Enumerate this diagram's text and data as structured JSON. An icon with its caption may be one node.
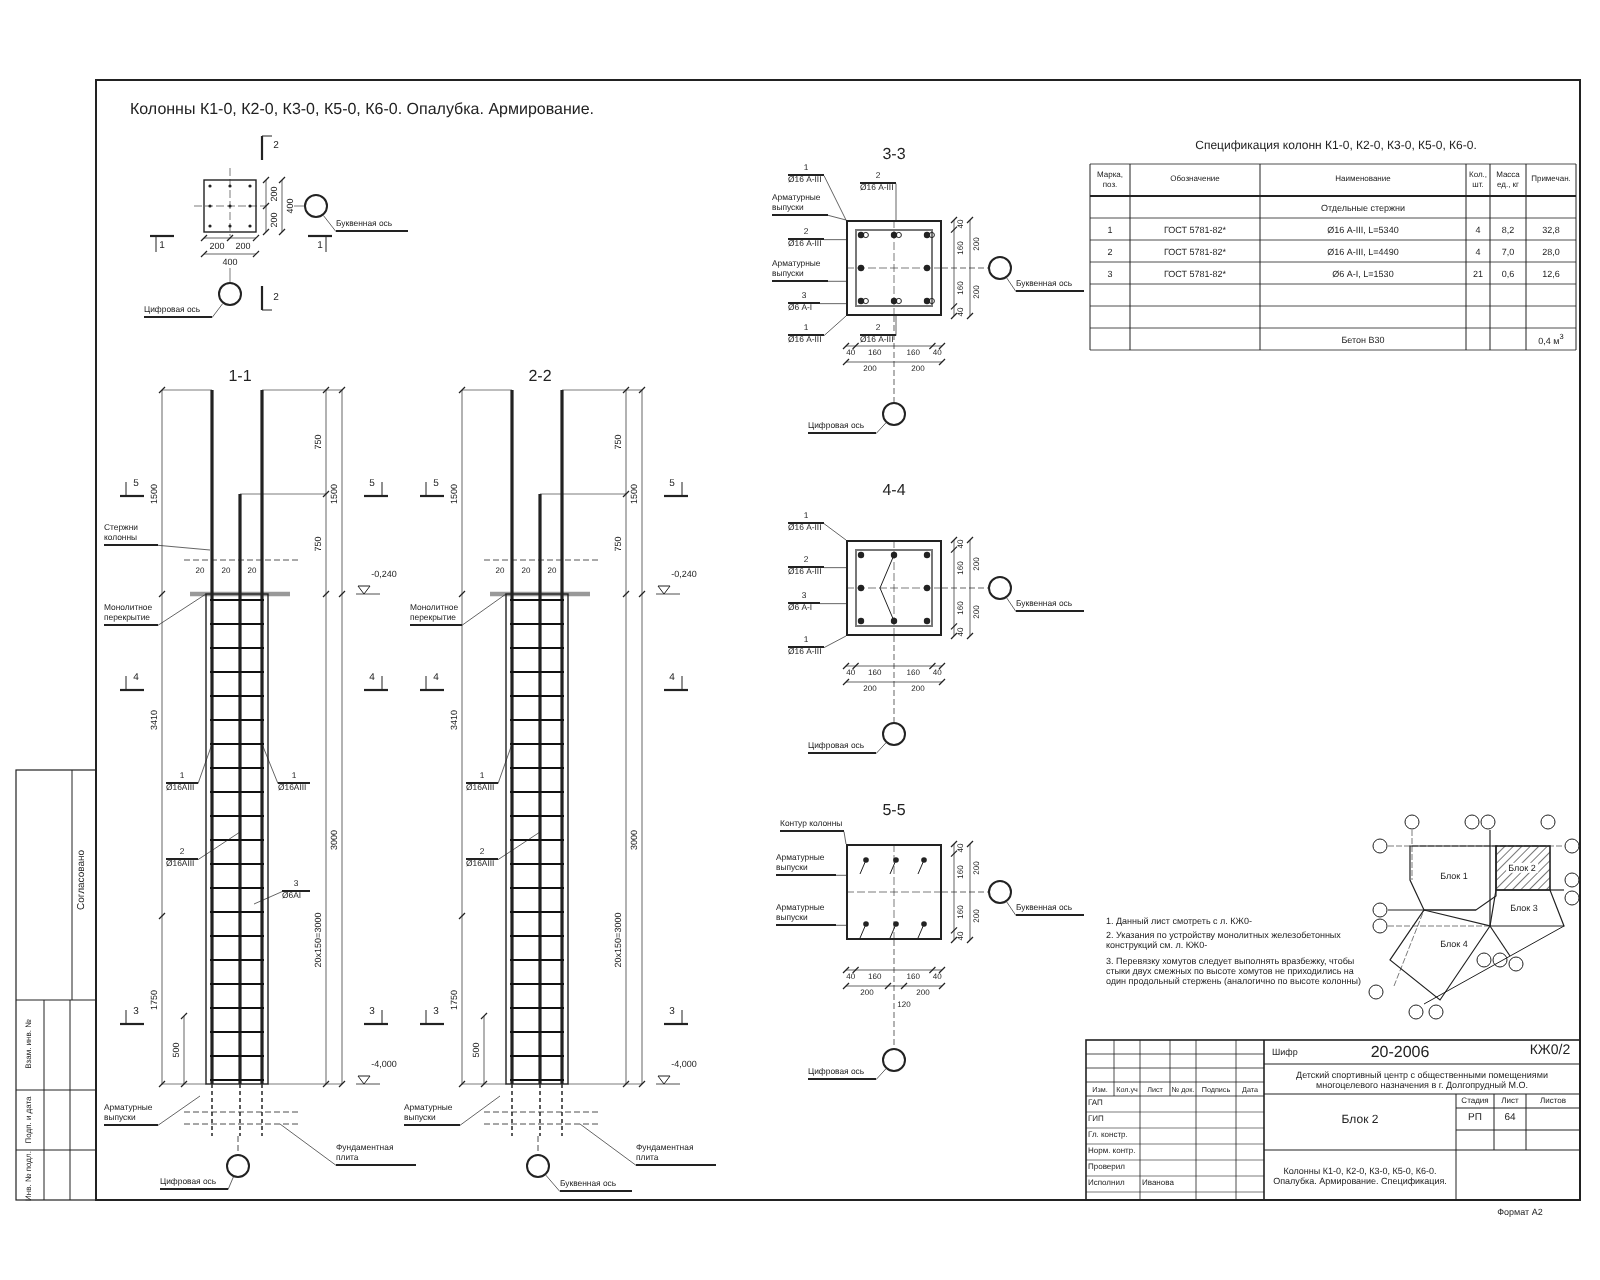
{
  "diagram": {
    "title": "Колонны К1-0, К2-0, К3-0, К5-0, К6-0. Опалубка. Армирование.",
    "nodes": [
      {
        "text": [],
        "shape": "circle"
      },
      {
        "text": [
          "Буквенная ось"
        ]
      },
      {
        "text": [],
        "shape": "circle"
      },
      {
        "text": [
          "Цифровая ось"
        ]
      },
      {
        "text": [
          "Стержни колонны"
        ]
      },
      {
        "text": [
          "Монолитное перекрытие"
        ]
      },
      {
        "text": [
          "1",
          "Ø16АIII"
        ]
      },
      {
        "text": [
          "1",
          "Ø16АIII"
        ]
      },
      {
        "text": [
          "2",
          "Ø16АIII"
        ]
      },
      {
        "text": [
          "3",
          "Ø6АI"
        ]
      },
      {
        "text": [
          "Арматурные выпуски"
        ]
      },
      {
        "text": [
          "Фундаментная плита"
        ]
      },
      {
        "text": [],
        "shape": "circle"
      },
      {
        "text": [
          "Цифровая ось"
        ]
      },
      {
        "text": [
          "Монолитное перекрытие"
        ]
      },
      {
        "text": [
          "1",
          "Ø16АIII"
        ]
      },
      {
        "text": [
          "2",
          "Ø16АIII"
        ]
      },
      {
        "text": [
          "Арматурные выпуски"
        ]
      },
      {
        "text": [
          "Фундаментная плита"
        ]
      },
      {
        "text": [],
        "shape": "circle"
      },
      {
        "text": [
          "Буквенная ось"
        ]
      },
      {
        "text": [
          "1",
          "Ø16 А-III"
        ]
      },
      {
        "text": [
          "2",
          "Ø16 А-III"
        ]
      },
      {
        "text": [
          "Арматурные выпуски"
        ]
      },
      {
        "text": [
          "2",
          "Ø16 А-III"
        ]
      },
      {
        "text": [
          "Арматурные выпуски"
        ]
      },
      {
        "text": [
          "3",
          "Ø6 А-I"
        ]
      },
      {
        "text": [
          "2",
          "Ø16 А-III"
        ]
      },
      {
        "text": [
          "1",
          "Ø16 А-III"
        ]
      },
      {
        "text": [],
        "shape": "circle"
      },
      {
        "text": [
          "Буквенная ось"
        ]
      },
      {
        "text": [],
        "shape": "circle"
      },
      {
        "text": [
          "Цифровая ось"
        ]
      },
      {
        "text": [
          "1",
          "Ø16 А-III"
        ]
      },
      {
        "text": [
          "2",
          "Ø16 А-III"
        ]
      },
      {
        "text": [
          "3",
          "Ø6 А-I"
        ]
      },
      {
        "text": [
          "1",
          "Ø16 А-III"
        ]
      },
      {
        "text": [],
        "shape": "circle"
      },
      {
        "text": [
          "Буквенная ось"
        ]
      },
      {
        "text": [],
        "shape": "circle"
      },
      {
        "text": [
          "Цифровая ось"
        ]
      },
      {
        "text": [
          "Контур колонны"
        ]
      },
      {
        "text": [
          "Арматурные выпуски"
        ]
      },
      {
        "text": [
          "Арматурные выпуски"
        ]
      },
      {
        "text": [],
        "shape": "circle"
      },
      {
        "text": [
          "Буквенная ось"
        ]
      },
      {
        "text": [],
        "shape": "circle"
      },
      {
        "text": [
          "Цифровая ось"
        ]
      },
      {
        "text": [],
        "shape": "box"
      },
      {
        "text": [],
        "shape": "box"
      },
      {
        "text": [],
        "shape": "box"
      }
    ],
    "edges": [
      {
        "from": 1,
        "to": 0,
        "arrow": "none"
      },
      {
        "from": 3,
        "to": 2,
        "arrow": "none"
      },
      {
        "from": 4,
        "to": null,
        "arrow": "none"
      },
      {
        "from": 5,
        "to": null,
        "arrow": "none"
      },
      {
        "from": 6,
        "to": null,
        "arrow": "none"
      },
      {
        "from": 7,
        "to": null,
        "arrow": "none"
      },
      {
        "from": 8,
        "to": null,
        "arrow": "none"
      },
      {
        "from": 9,
        "to": null,
        "arrow": "none"
      },
      {
        "from": 10,
        "to": null,
        "arrow": "none"
      },
      {
        "from": 11,
        "to": null,
        "arrow": "none"
      },
      {
        "from": 13,
        "to": 12,
        "arrow": "none"
      },
      {
        "from": 14,
        "to": null,
        "arrow": "none"
      },
      {
        "from": 15,
        "to": null,
        "arrow": "none"
      },
      {
        "from": 16,
        "to": null,
        "arrow": "none"
      },
      {
        "from": 17,
        "to": null,
        "arrow": "none"
      },
      {
        "from": 18,
        "to": null,
        "arrow": "none"
      },
      {
        "from": 20,
        "to": 19,
        "arrow": "none"
      },
      {
        "from": 21,
        "to": 48,
        "arrow": "none"
      },
      {
        "from": 22,
        "to": 48,
        "arrow": "none"
      },
      {
        "from": 23,
        "to": 48,
        "arrow": "none"
      },
      {
        "from": 24,
        "to": 48,
        "arrow": "none"
      },
      {
        "from": 25,
        "to": 48,
        "arrow": "none"
      },
      {
        "from": 26,
        "to": 48,
        "arrow": "none"
      },
      {
        "from": 27,
        "to": 48,
        "arrow": "none"
      },
      {
        "from": 28,
        "to": 48,
        "arrow": "none"
      },
      {
        "from": 30,
        "to": 29,
        "arrow": "none"
      },
      {
        "from": 32,
        "to": 31,
        "arrow": "none"
      },
      {
        "from": 33,
        "to": 49,
        "arrow": "none"
      },
      {
        "from": 34,
        "to": 49,
        "arrow": "none"
      },
      {
        "from": 35,
        "to": 49,
        "arrow": "none"
      },
      {
        "from": 36,
        "to": 49,
        "arrow": "none"
      },
      {
        "from": 38,
        "to": 37,
        "arrow": "none"
      },
      {
        "from": 40,
        "to": 39,
        "arrow": "none"
      },
      {
        "from": 41,
        "to": 50,
        "arrow": "none"
      },
      {
        "from": 42,
        "to": 50,
        "arrow": "none"
      },
      {
        "from": 43,
        "to": 50,
        "arrow": "none"
      },
      {
        "from": 45,
        "to": 44,
        "arrow": "none"
      },
      {
        "from": 47,
        "to": 46,
        "arrow": "none"
      },
      {
        "from": 48,
        "to": 29,
        "arrow": "none",
        "style": "dashed"
      },
      {
        "from": 48,
        "to": 31,
        "arrow": "none",
        "style": "dashed"
      },
      {
        "from": 49,
        "to": 37,
        "arrow": "none",
        "style": "dashed"
      },
      {
        "from": 49,
        "to": 39,
        "arrow": "none",
        "style": "dashed"
      },
      {
        "from": 50,
        "to": 44,
        "arrow": "none",
        "style": "dashed"
      },
      {
        "from": 50,
        "to": 46,
        "arrow": "none",
        "style": "dashed"
      }
    ],
    "labels": [
      "2",
      "200",
      "200",
      "400",
      "1",
      "200",
      "200",
      "1",
      "400",
      "2",
      "1-1",
      "1500",
      "750",
      "750",
      "1500",
      "20",
      "20",
      "20",
      "-0,240",
      "5",
      "5",
      "4",
      "4",
      "3410",
      "20х150=3000",
      "3000",
      "1750",
      "3",
      "3",
      "500",
      "-4,000",
      "2-2",
      "1500",
      "750",
      "750",
      "1500",
      "20",
      "20",
      "20",
      "-0,240",
      "5",
      "5",
      "4",
      "4",
      "3410",
      "20х150=3000",
      "3000",
      "1750",
      "3",
      "3",
      "500",
      "-4,000",
      "3-3",
      "40",
      "160",
      "160",
      "40",
      "200",
      "200",
      "40",
      "160",
      "160",
      "40",
      "200",
      "200",
      "4-4",
      "40",
      "160",
      "160",
      "40",
      "200",
      "200",
      "40",
      "160",
      "160",
      "40",
      "200",
      "200",
      "5-5",
      "40",
      "160",
      "160",
      "40",
      "200",
      "200",
      "40",
      "160",
      "160",
      "40",
      "200",
      "120",
      "200",
      "Спецификация колонн К1-0, К2-0, К3-0, К5-0, К6-0.",
      "Марка, поз.",
      "Обозначение",
      "Наименование",
      "Кол., шт.",
      "Масса ед., кг",
      "Примечан.",
      "Отдельные стержни",
      "1",
      "ГОСТ 5781-82*",
      "Ø16 А-III, L=5340",
      "4",
      "8,2",
      "32,8",
      "2",
      "ГОСТ 5781-82*",
      "Ø16 А-III, L=4490",
      "4",
      "7,0",
      "28,0",
      "3",
      "ГОСТ 5781-82*",
      "Ø6 А-I, L=1530",
      "21",
      "0,6",
      "12,6",
      "Бетон В30",
      "0,4 м$^{3}$",
      "1. Данный лист смотреть с л. КЖ0-",
      "2. Указания по устройству монолитных железобетонных конструкций см. л. КЖ0-",
      "3. Перевязку хомутов следует выполнять вразбежку, чтобы стыки двух смежных по высоте хомутов не приходились на один продольный стержень (аналогично по высоте колонны)",
      "Блок 1",
      "Блок 2",
      "Блок 3",
      "Блок 4",
      "Шифр",
      "20-2006",
      "КЖ0/2",
      "Детский спортивный центр с общественными помещениями многоцелевого назначения в г. Долгопрудный М.О.",
      "Изм.",
      "Кол.уч",
      "Лист",
      "№ док.",
      "Подпись",
      "Дата",
      "ГАП",
      "ГИП",
      "Гл. констр.",
      "Норм. контр.",
      "Проверил",
      "Исполнил",
      "Иванова",
      "Блок 2",
      "Стадия",
      "Лист",
      "Листов",
      "РП",
      "64",
      "Колонны К1-0, К2-0, К3-0, К5-0, К6-0. Опалубка. Армирование. Спецификация.",
      "Формат А2",
      "Согласовано",
      "Взам. инв. №",
      "Подп. и дата",
      "Инв. № подл."
    ]
  }
}
